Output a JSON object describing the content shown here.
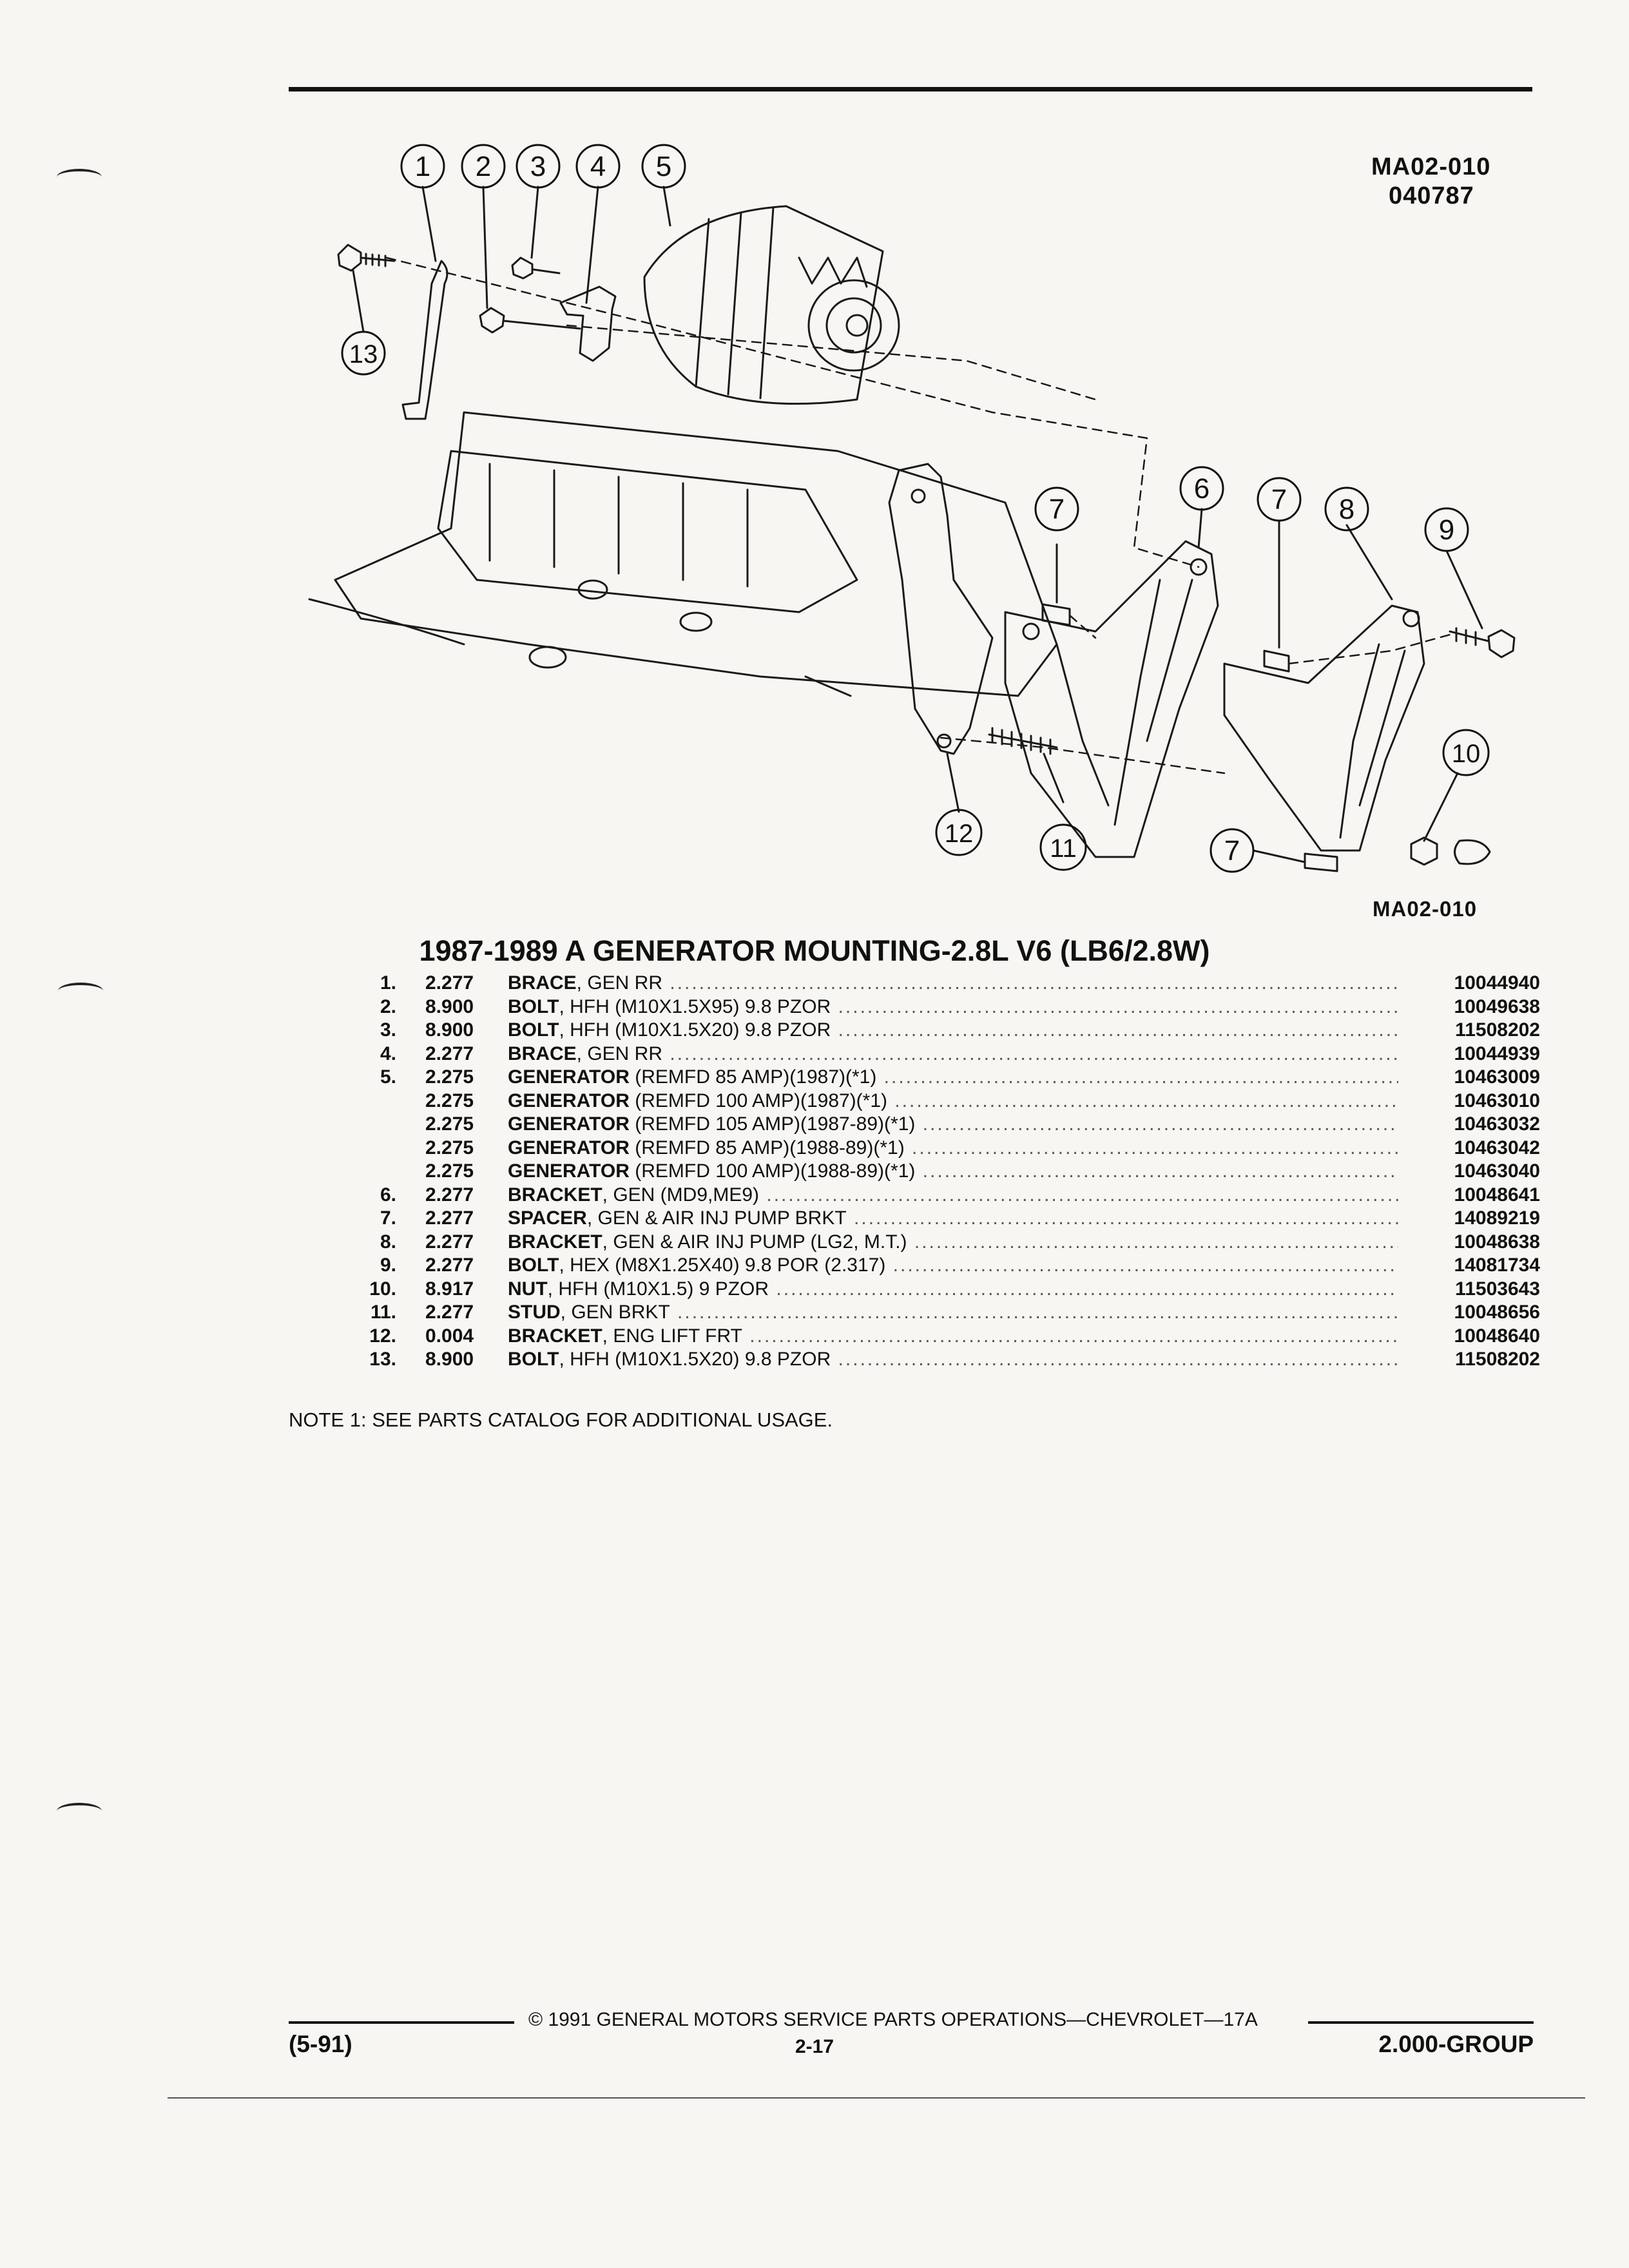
{
  "diagram": {
    "code_top_line1": "MA02-010",
    "code_top_line2": "040787",
    "code_bottom": "MA02-010",
    "callouts": [
      "1",
      "2",
      "3",
      "4",
      "5",
      "6",
      "7",
      "8",
      "9",
      "10",
      "11",
      "12",
      "13"
    ]
  },
  "title": "1987-1989 A GENERATOR MOUNTING-2.8L V6 (LB6/2.8W)",
  "parts": [
    {
      "ref": "1.",
      "group": "2.277",
      "name": "BRACE",
      "desc": ", GEN RR",
      "part": "10044940"
    },
    {
      "ref": "2.",
      "group": "8.900",
      "name": "BOLT",
      "desc": ", HFH (M10X1.5X95) 9.8 PZOR",
      "part": "10049638"
    },
    {
      "ref": "3.",
      "group": "8.900",
      "name": "BOLT",
      "desc": ", HFH (M10X1.5X20) 9.8 PZOR",
      "part": "11508202"
    },
    {
      "ref": "4.",
      "group": "2.277",
      "name": "BRACE",
      "desc": ", GEN RR",
      "part": "10044939"
    },
    {
      "ref": "5.",
      "group": "2.275",
      "name": "GENERATOR",
      "desc": " (REMFD 85 AMP)(1987)(*1)",
      "part": "10463009"
    },
    {
      "ref": "",
      "group": "2.275",
      "name": "GENERATOR",
      "desc": " (REMFD 100 AMP)(1987)(*1)",
      "part": "10463010"
    },
    {
      "ref": "",
      "group": "2.275",
      "name": "GENERATOR",
      "desc": " (REMFD 105 AMP)(1987-89)(*1)",
      "part": "10463032"
    },
    {
      "ref": "",
      "group": "2.275",
      "name": "GENERATOR",
      "desc": " (REMFD 85 AMP)(1988-89)(*1)",
      "part": "10463042"
    },
    {
      "ref": "",
      "group": "2.275",
      "name": "GENERATOR",
      "desc": " (REMFD 100 AMP)(1988-89)(*1)",
      "part": "10463040"
    },
    {
      "ref": "6.",
      "group": "2.277",
      "name": "BRACKET",
      "desc": ", GEN (MD9,ME9)",
      "part": "10048641"
    },
    {
      "ref": "7.",
      "group": "2.277",
      "name": "SPACER",
      "desc": ", GEN & AIR INJ PUMP BRKT",
      "part": "14089219"
    },
    {
      "ref": "8.",
      "group": "2.277",
      "name": "BRACKET",
      "desc": ", GEN & AIR INJ PUMP (LG2, M.T.)",
      "part": "10048638"
    },
    {
      "ref": "9.",
      "group": "2.277",
      "name": "BOLT",
      "desc": ", HEX (M8X1.25X40) 9.8 POR (2.317)",
      "part": "14081734"
    },
    {
      "ref": "10.",
      "group": "8.917",
      "name": "NUT",
      "desc": ", HFH (M10X1.5) 9 PZOR",
      "part": "11503643"
    },
    {
      "ref": "11.",
      "group": "2.277",
      "name": "STUD",
      "desc": ", GEN BRKT",
      "part": "10048656"
    },
    {
      "ref": "12.",
      "group": "0.004",
      "name": "BRACKET",
      "desc": ", ENG LIFT FRT",
      "part": "10048640"
    },
    {
      "ref": "13.",
      "group": "8.900",
      "name": "BOLT",
      "desc": ", HFH (M10X1.5X20) 9.8 PZOR",
      "part": "11508202"
    }
  ],
  "note": "NOTE  1:  SEE PARTS CATALOG FOR ADDITIONAL USAGE.",
  "footer": {
    "revision": "(5-91)",
    "copyright": "© 1991 GENERAL MOTORS SERVICE PARTS OPERATIONS—CHEVROLET—17A",
    "page": "2-17",
    "group": "2.000-GROUP"
  }
}
